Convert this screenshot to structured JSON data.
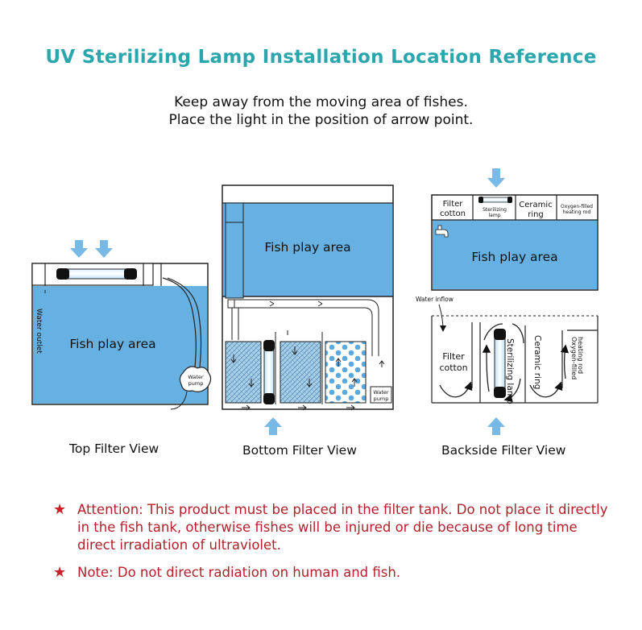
{
  "title": "UV Sterilizing Lamp Installation Location Reference",
  "subtitle": {
    "line1": "Keep away from the moving area of fishes.",
    "line2": "Place the light in the position of arrow point."
  },
  "colors": {
    "title": "#2aa6ad",
    "water": "#67b1e2",
    "arrow": "#79b9e6",
    "warning": "#b3202a",
    "star": "#cc1f26"
  },
  "panels": {
    "top": {
      "caption": "Top Filter View",
      "fish_area": "Fish play area",
      "water_outlet": "Water outlet",
      "water_pump": [
        "Water",
        "pump"
      ]
    },
    "bottom": {
      "caption": "Bottom Filter View",
      "fish_area": "Fish play area",
      "water_pump": [
        "Water",
        "pump"
      ]
    },
    "backside": {
      "caption": "Backside Filter View",
      "fish_area": "Fish play area",
      "compartments": {
        "filter_cotton": [
          "Filter",
          "cotton"
        ],
        "sterilizing_lamp": [
          "Sterilizing",
          "lamp"
        ],
        "ceramic_ring": [
          "Ceramic",
          "ring"
        ],
        "oxygen_rod": [
          "Oxygen-filled",
          "heating rod"
        ]
      },
      "water_inflow": "Water inflow",
      "side_labels": {
        "filter_cotton": [
          "Filter",
          "cotton"
        ],
        "sterilizing_lamp": "Sterilizing lamp",
        "ceramic_ring": "Ceramic ring",
        "oxygen_rod": [
          "Oxygen-filled",
          "heating rod"
        ]
      }
    }
  },
  "notes": {
    "attention": "Attention: This product must be placed in the filter tank. Do not place it directly in the fish tank, otherwise fishes will be injured or die because of long time direct irradiation of ultraviolet.",
    "note": "Note: Do not direct radiation on human and fish."
  }
}
